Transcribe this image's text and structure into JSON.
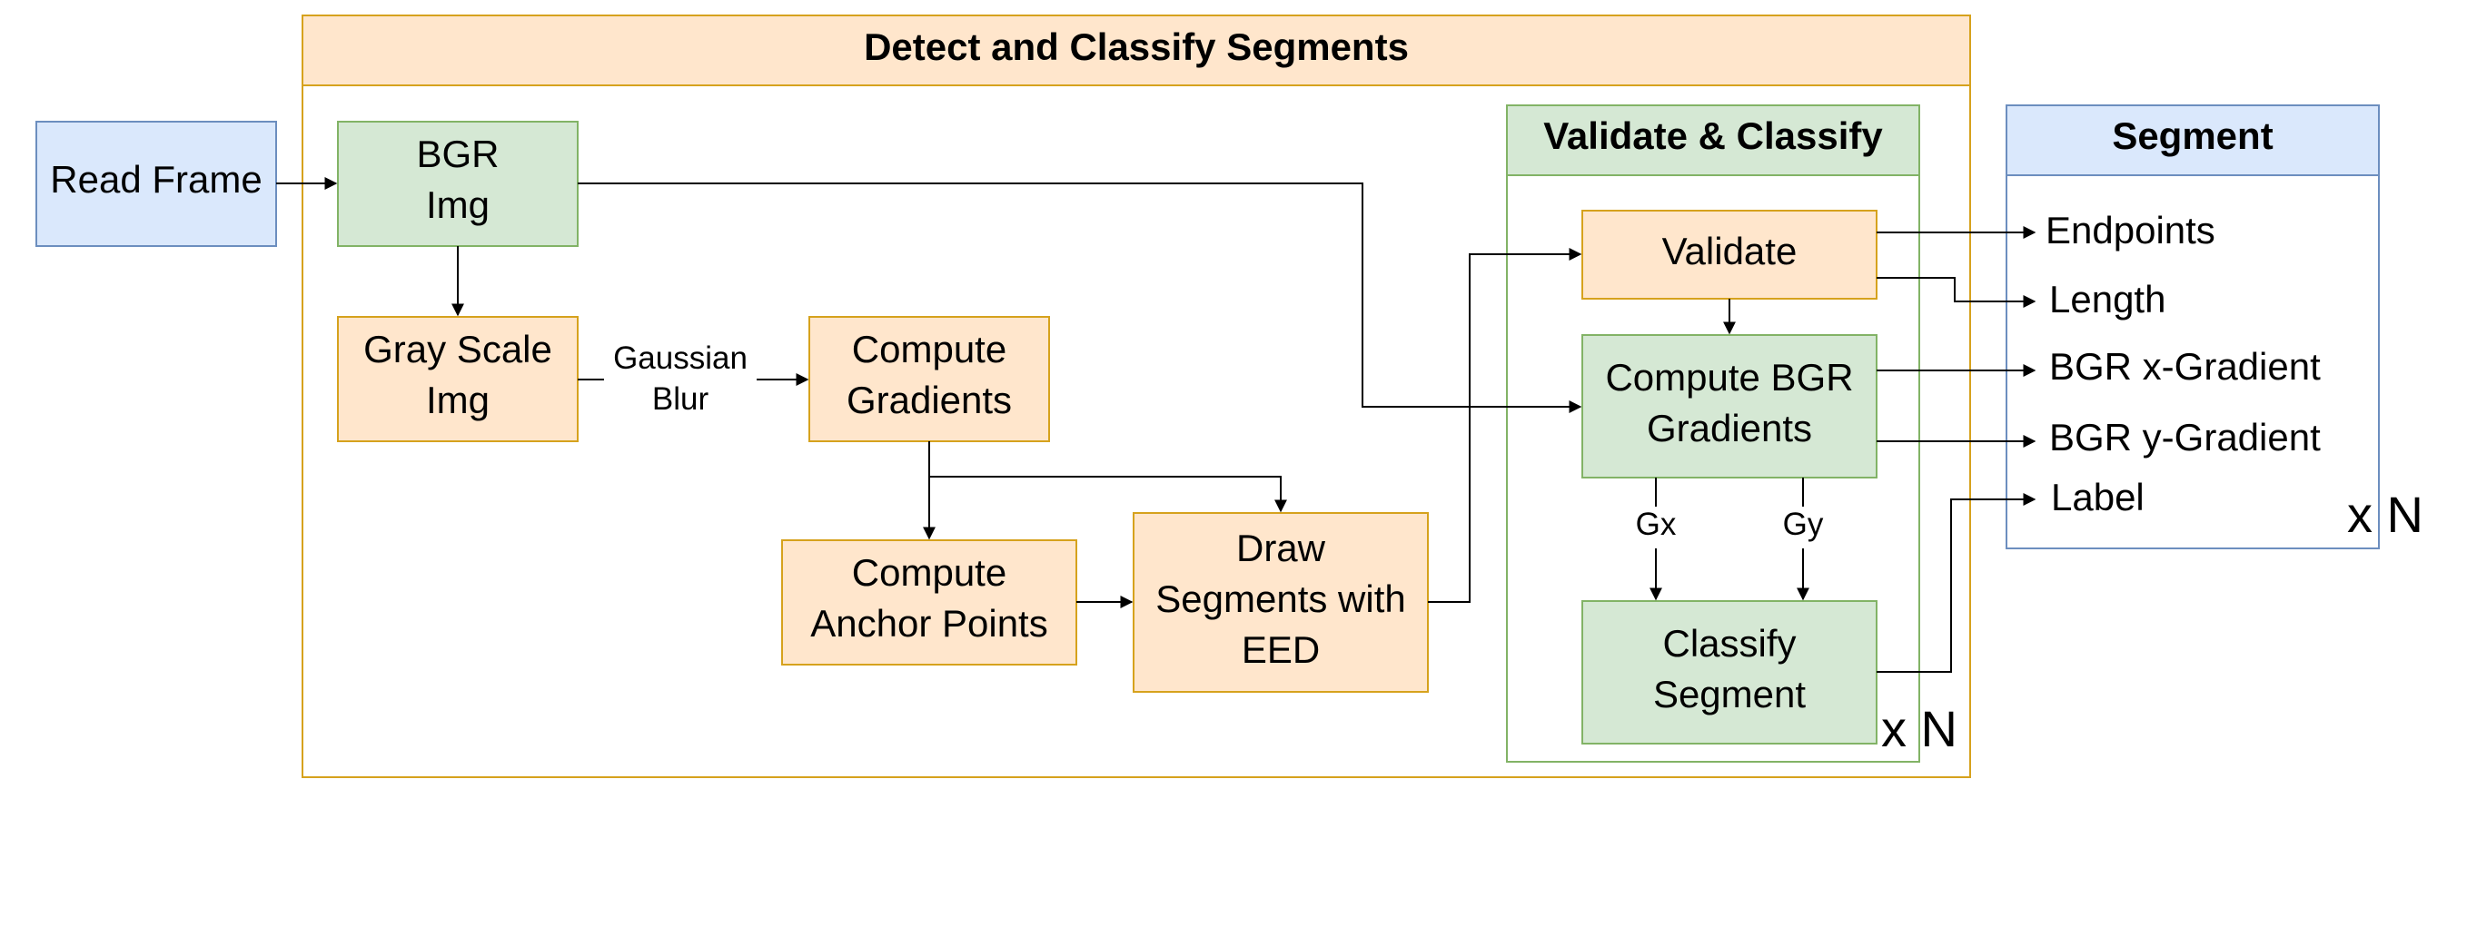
{
  "colors": {
    "orange_fill": "#ffe6cc",
    "orange_stroke": "#d6a21d",
    "green_fill": "#d5e8d4",
    "green_stroke": "#82b366",
    "blue_fill": "#dae8fc",
    "blue_stroke": "#6c8ebf",
    "line": "#000000"
  },
  "main_group": {
    "title": "Detect and Classify Segments"
  },
  "read_frame": {
    "label": "Read Frame"
  },
  "bgr_img": {
    "line1": "BGR",
    "line2": "Img"
  },
  "gray_img": {
    "line1": "Gray Scale",
    "line2": "Img"
  },
  "gaussian_blur": {
    "line1": "Gaussian",
    "line2": "Blur"
  },
  "compute_gradients": {
    "line1": "Compute",
    "line2": "Gradients"
  },
  "anchor_points": {
    "line1": "Compute",
    "line2": "Anchor Points"
  },
  "draw_segments": {
    "line1": "Draw",
    "line2": "Segments with",
    "line3": "EED"
  },
  "validate_group": {
    "title": "Validate & Classify",
    "validate": "Validate",
    "bgr_gradients": {
      "line1": "Compute BGR",
      "line2": "Gradients"
    },
    "gx": "Gx",
    "gy": "Gy",
    "classify": {
      "line1": "Classify",
      "line2": "Segment"
    },
    "multiplier": "x N"
  },
  "segment_group": {
    "title": "Segment",
    "outputs": [
      "Endpoints",
      "Length",
      "BGR x-Gradient",
      "BGR y-Gradient",
      "Label"
    ],
    "multiplier": "x N"
  }
}
